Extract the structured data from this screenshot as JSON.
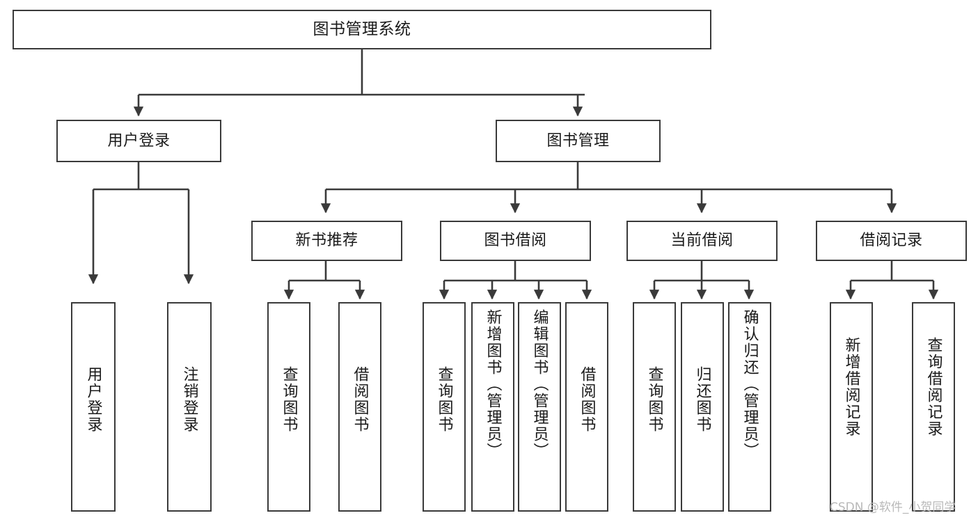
{
  "diagram": {
    "type": "tree-hierarchy",
    "title": "图书管理系统",
    "orientation": "top-down",
    "edge_style": "orthogonal-arrow",
    "colors": {
      "box_border": "#3a3a3a",
      "box_fill": "#ffffff",
      "edge": "#3a3a3a",
      "text": "#1a1a1a",
      "watermark": "#b9b9b9",
      "background": "#ffffff"
    }
  },
  "root": {
    "id": "root",
    "label": "图书管理系统"
  },
  "level2": [
    {
      "id": "user-login",
      "label": "用户登录"
    },
    {
      "id": "book-manage",
      "label": "图书管理"
    }
  ],
  "level3": [
    {
      "id": "new-book-rec",
      "label": "新书推荐",
      "parent": "book-manage"
    },
    {
      "id": "book-borrow",
      "label": "图书借阅",
      "parent": "book-manage"
    },
    {
      "id": "current-borrow",
      "label": "当前借阅",
      "parent": "book-manage"
    },
    {
      "id": "borrow-record",
      "label": "借阅记录",
      "parent": "book-manage"
    }
  ],
  "leaves": [
    {
      "id": "leaf-user-login",
      "label": "用户登录",
      "parent": "user-login"
    },
    {
      "id": "leaf-logout",
      "label": "注销登录",
      "parent": "user-login"
    },
    {
      "id": "leaf-query-book-1",
      "label": "查询图书",
      "parent": "new-book-rec"
    },
    {
      "id": "leaf-borrow-book-1",
      "label": "借阅图书",
      "parent": "new-book-rec"
    },
    {
      "id": "leaf-query-book-2",
      "label": "查询图书",
      "parent": "book-borrow"
    },
    {
      "id": "leaf-add-book",
      "label": "新增图书（管理员）",
      "parent": "book-borrow"
    },
    {
      "id": "leaf-edit-book",
      "label": "编辑图书（管理员）",
      "parent": "book-borrow"
    },
    {
      "id": "leaf-borrow-book-2",
      "label": "借阅图书",
      "parent": "book-borrow"
    },
    {
      "id": "leaf-query-book-3",
      "label": "查询图书",
      "parent": "current-borrow"
    },
    {
      "id": "leaf-return-book",
      "label": "归还图书",
      "parent": "current-borrow"
    },
    {
      "id": "leaf-confirm-return",
      "label": "确认归还（管理员）",
      "parent": "current-borrow"
    },
    {
      "id": "leaf-add-record",
      "label": "新增借阅记录",
      "parent": "borrow-record"
    },
    {
      "id": "leaf-query-record",
      "label": "查询借阅记录",
      "parent": "borrow-record"
    }
  ],
  "watermark": {
    "text": "CSDN @软件_小贺同学"
  }
}
